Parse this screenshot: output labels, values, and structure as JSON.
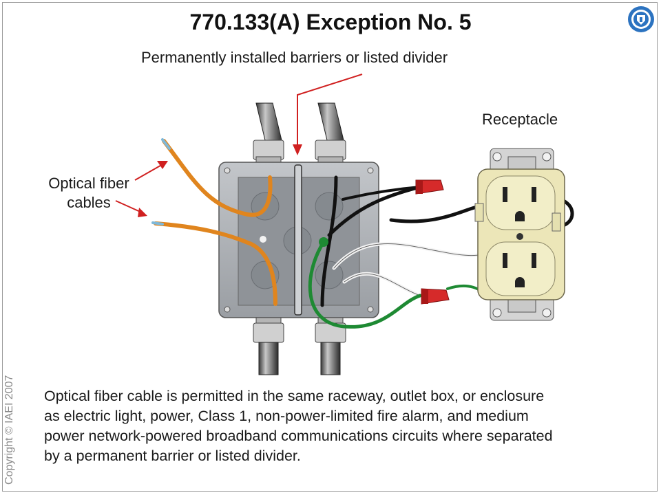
{
  "title": "770.133(A) Exception No. 5",
  "labels": {
    "barrier": "Permanently installed barriers or listed divider",
    "receptacle": "Receptacle",
    "fiber_line1": "Optical fiber",
    "fiber_line2": "cables"
  },
  "caption": {
    "line1": "Optical fiber cable is permitted in the same raceway, outlet box, or enclosure",
    "line2": "as electric light, power, Class 1, non-power-limited fire alarm, and medium",
    "line3": "power network-powered broadband communications circuits where separated",
    "line4": "by a permanent barrier or listed divider."
  },
  "copyright": "Copyright © IAEI 2007",
  "colors": {
    "fiber": "#e0851e",
    "arrow": "#d02020",
    "box": "#a7abb0",
    "receptacle": "#ece6b8",
    "ground_wire": "#1e8a33",
    "logo": "#2c73c0"
  }
}
